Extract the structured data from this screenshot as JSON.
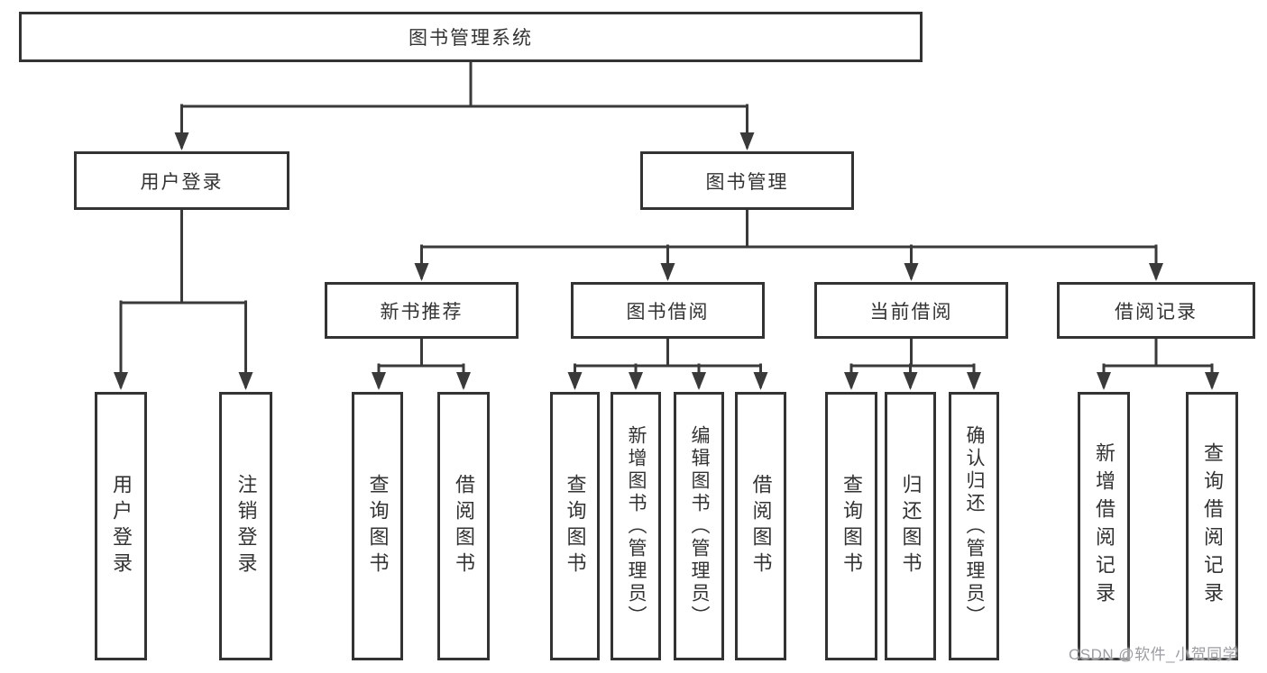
{
  "tree": {
    "root": {
      "label": "图书管理系统"
    },
    "login": {
      "label": "用户登录",
      "children": [
        {
          "label": "用户登录"
        },
        {
          "label": "注销登录"
        }
      ]
    },
    "manage": {
      "label": "图书管理",
      "children": [
        {
          "label": "新书推荐",
          "children": [
            {
              "label": "查询图书"
            },
            {
              "label": "借阅图书"
            }
          ]
        },
        {
          "label": "图书借阅",
          "children": [
            {
              "label": "查询图书"
            },
            {
              "label": "新增图书（管理员）"
            },
            {
              "label": "编辑图书（管理员）"
            },
            {
              "label": "借阅图书"
            }
          ]
        },
        {
          "label": "当前借阅",
          "children": [
            {
              "label": "查询图书"
            },
            {
              "label": "归还图书"
            },
            {
              "label": "确认归还（管理员）"
            }
          ]
        },
        {
          "label": "借阅记录",
          "children": [
            {
              "label": "新增借阅记录"
            },
            {
              "label": "查询借阅记录"
            }
          ]
        }
      ]
    }
  },
  "watermark": {
    "text": "CSDN @软件_小贺同学"
  },
  "colors": {
    "line": "#3a3a3a",
    "border": "#333333",
    "text": "#333333",
    "watermark": "#9c9ca2",
    "background": "#ffffff"
  }
}
